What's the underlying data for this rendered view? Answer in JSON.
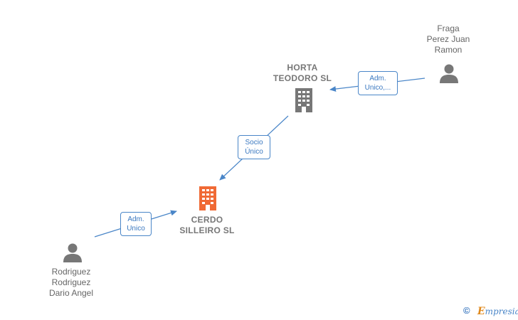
{
  "nodes": {
    "fraga": {
      "label": "Fraga\nPerez Juan\nRamon",
      "type": "person"
    },
    "horta": {
      "label": "HORTA\nTEODORO  SL",
      "type": "company"
    },
    "cerdo": {
      "label": "CERDO\nSILLEIRO  SL",
      "type": "company-main"
    },
    "rodriguez": {
      "label": "Rodriguez\nRodriguez\nDario Angel",
      "type": "person"
    }
  },
  "edges": {
    "fraga_horta": {
      "label": "Adm.\nUnico,..."
    },
    "horta_cerdo": {
      "label": "Socio\nÚnico"
    },
    "rodriguez_cerdo": {
      "label": "Adm.\nUnico"
    }
  },
  "colors": {
    "person_icon": "#777777",
    "company_icon": "#777777",
    "main_company_icon": "#f06a35",
    "edge": "#4a86c8"
  },
  "footer": {
    "copyright": "©",
    "brand_initial": "E",
    "brand_rest": "mpresia"
  }
}
